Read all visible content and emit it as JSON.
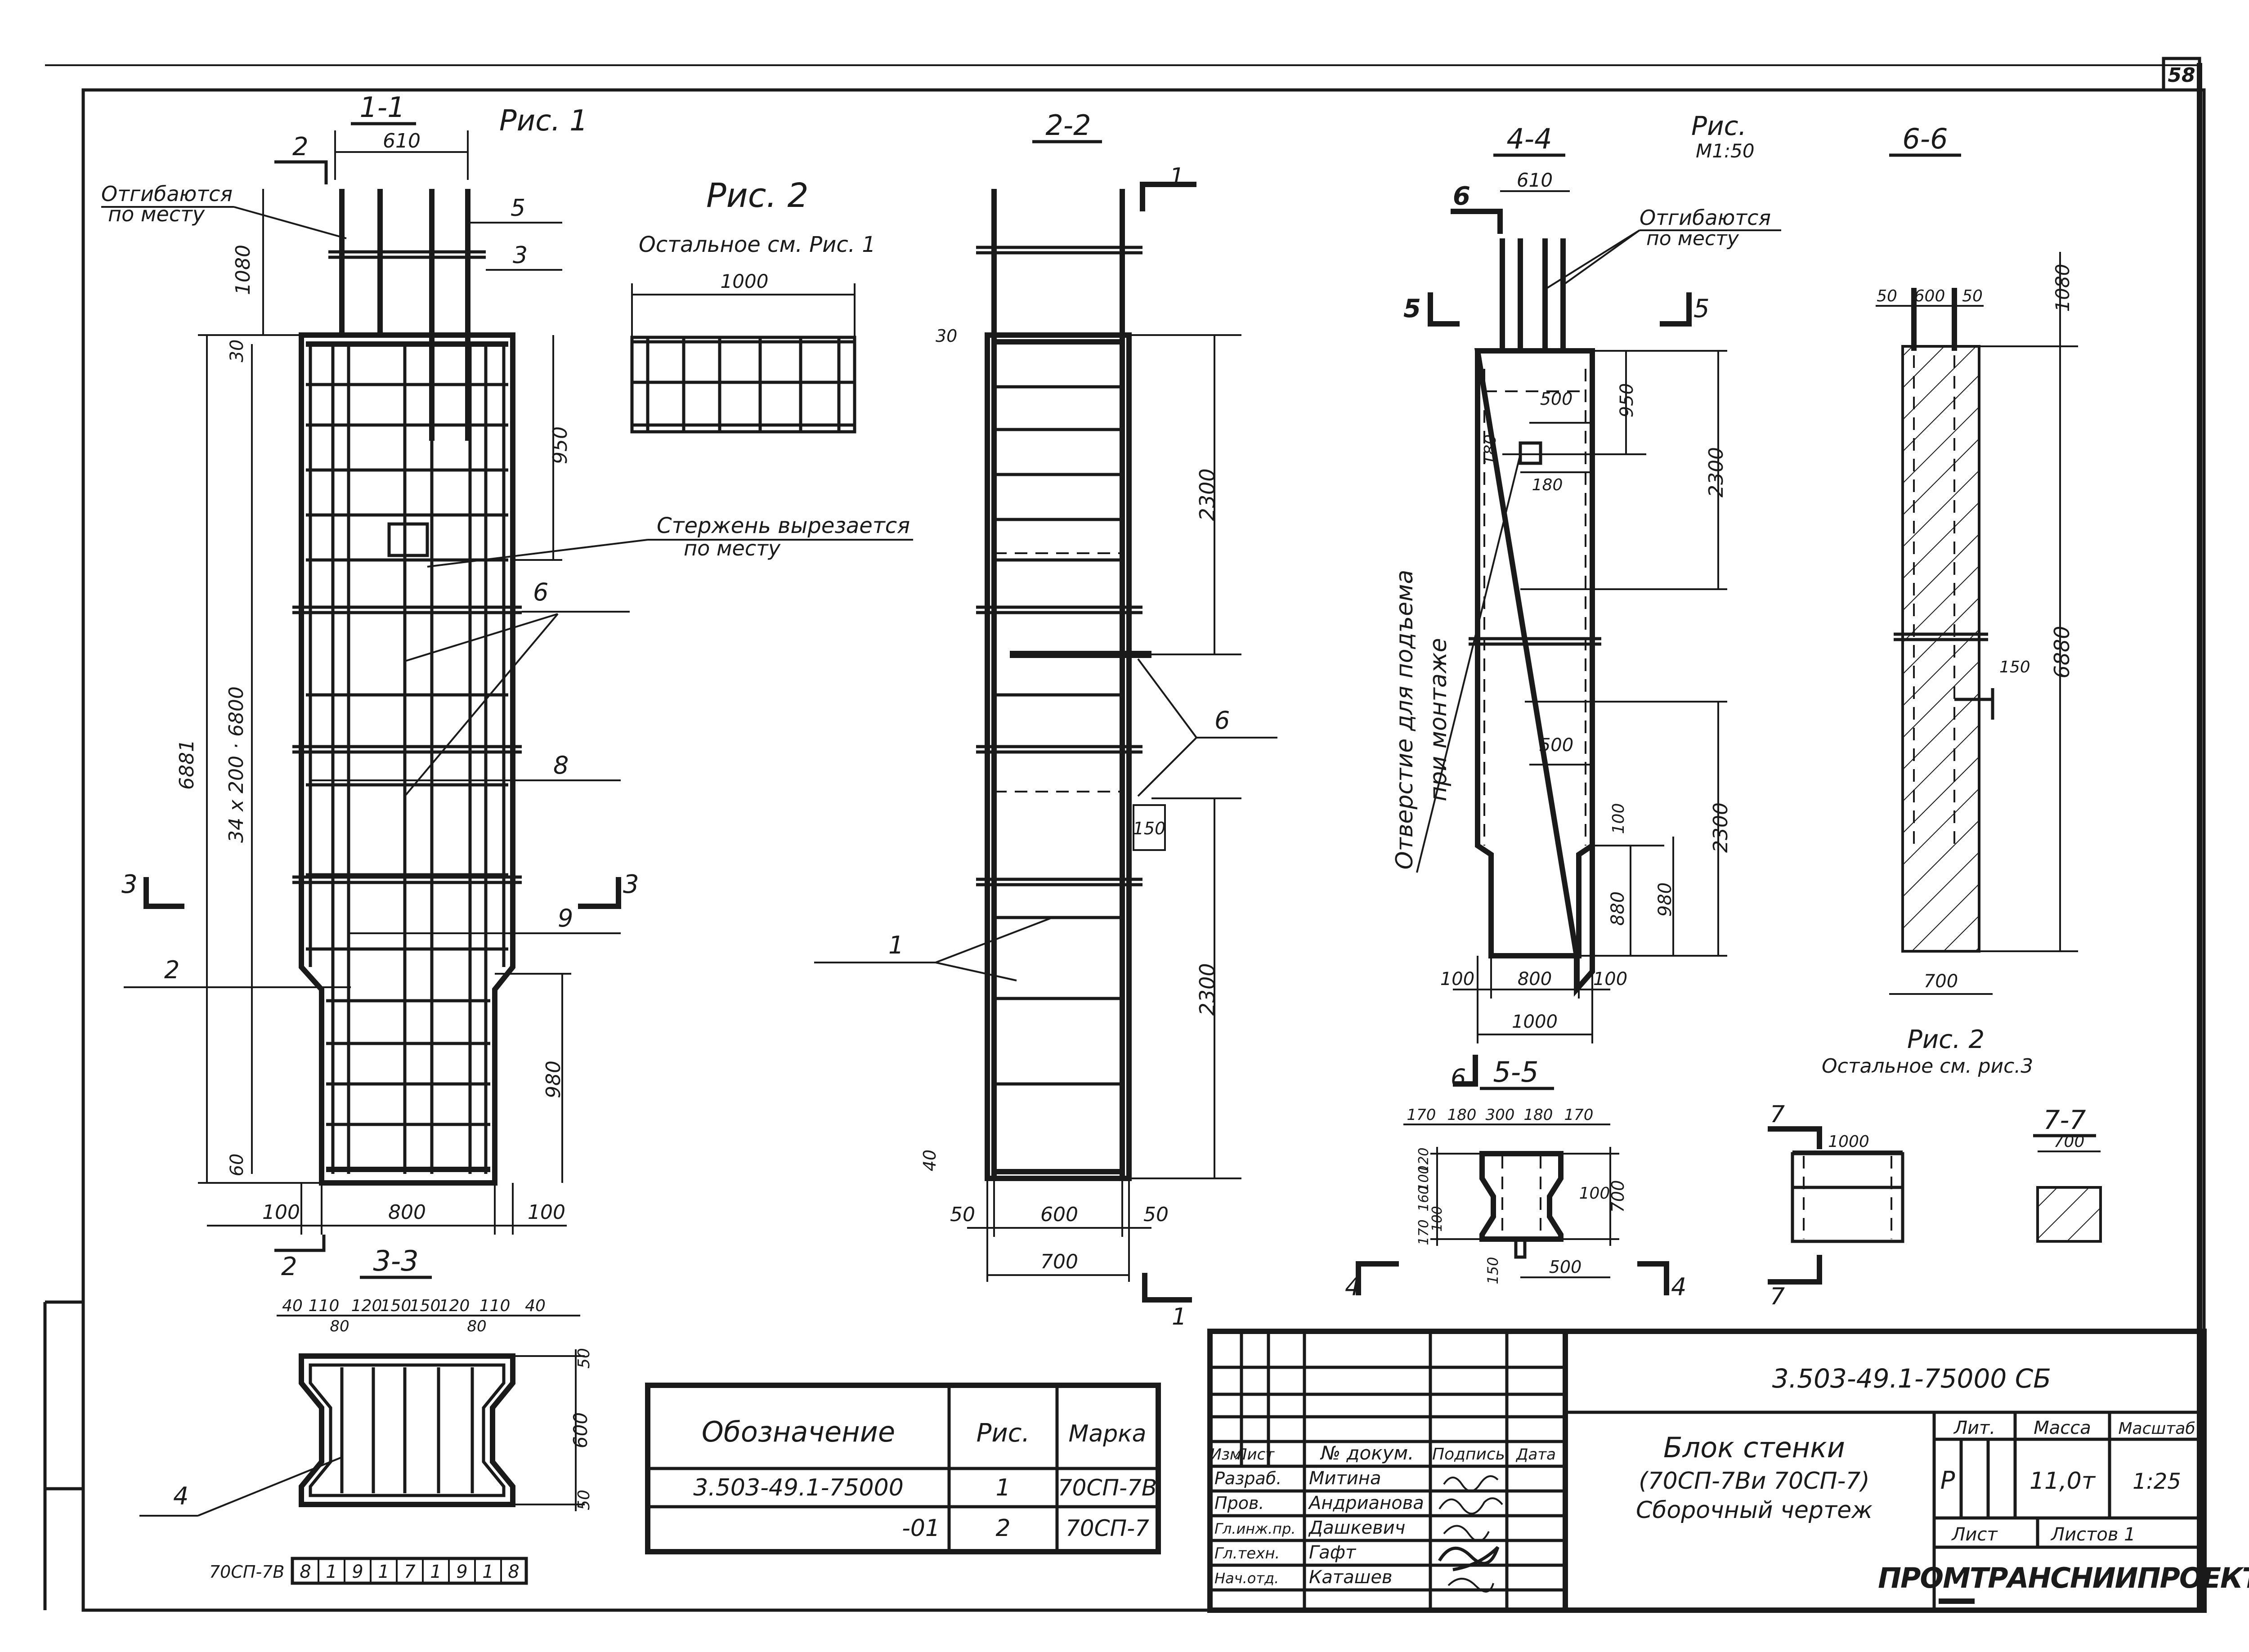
{
  "sheet": {
    "number": "58",
    "code": "3.503-49.1-75000 СБ",
    "title_lines": [
      "Блок стенки",
      "(70СП-7Ви 70СП-7)",
      "Сборочный чертеж"
    ],
    "org": "ПРОМТРАНСНИИПРОЕКТ"
  },
  "views": {
    "fig1_title": "Рис. 1",
    "fig2_title": "Рис. 2",
    "fig2_note": "Остальное см. Рис. 1",
    "fig3_title": "Рис.",
    "fig3_scale": "М1:50",
    "fig2b_title": "Рис. 2",
    "fig2b_note": "Остальное см. рис.3",
    "s11": "1-1",
    "s22": "2-2",
    "s33": "3-3",
    "s44": "4-4",
    "s55": "5-5",
    "s66": "6-6",
    "s77": "7-7"
  },
  "notes": {
    "bent": [
      "Отгибаются",
      "по месту"
    ],
    "rod_cut": [
      "Стержень вырезается",
      "по месту"
    ],
    "bent2": [
      "Отгибаются",
      "по месту"
    ],
    "hole": [
      "Отверстие для подъема",
      "при монтаже"
    ]
  },
  "cut_marks": {
    "c1": "1",
    "c2": "2",
    "c3": "3",
    "c4": "4",
    "c5": "5",
    "c6": "6",
    "c7": "7"
  },
  "positions": {
    "p1": "1",
    "p2": "2",
    "p3": "3",
    "p4": "4",
    "p5": "5",
    "p6": "6",
    "p6b": "6",
    "p8": "8",
    "p9": "9"
  },
  "dims": {
    "v11": {
      "w_top": "610",
      "h_top": "1080",
      "d30": "30",
      "d950": "950",
      "total": "6881",
      "pitch": "34 x 200 · 6800",
      "d980": "980",
      "d60": "60",
      "w100a": "100",
      "w800": "800",
      "w100b": "100"
    },
    "fig2": {
      "w": "1000"
    },
    "v22": {
      "d30": "30",
      "d2300a": "2300",
      "d150": "150",
      "d2300b": "2300",
      "d40": "40",
      "w50a": "50",
      "w600": "600",
      "w50b": "50",
      "w700": "700"
    },
    "v44": {
      "w_top": "610",
      "d500a": "500",
      "d950": "950",
      "d180a": "180",
      "d180b": "180",
      "d2300a": "2300",
      "d500b": "500",
      "d2300b": "2300",
      "d100v": "100",
      "d880": "880",
      "d980": "980",
      "w100a": "100",
      "w800": "800",
      "w100b": "100",
      "w1000": "1000"
    },
    "v66": {
      "w50a": "50",
      "w600": "600",
      "w50b": "50",
      "h1080": "1080",
      "d150": "150",
      "h6880": "6880",
      "w700": "700"
    },
    "v33": {
      "top": [
        "40",
        "110",
        "120",
        "150",
        "150",
        "120",
        "110",
        "40"
      ],
      "d80a": "80",
      "d80b": "80",
      "d50a": "50",
      "d600": "600",
      "d50b": "50"
    },
    "v55": {
      "top": [
        "170",
        "180",
        "300",
        "180",
        "170"
      ],
      "left": [
        "120",
        "100",
        "160",
        "100",
        "170"
      ],
      "d100": "100",
      "d700": "700",
      "d150": "150",
      "d500": "500"
    },
    "fig2b": {
      "w1000": "1000"
    },
    "v77": {
      "w700": "700"
    }
  },
  "spec_table": {
    "headers": [
      "Обозначение",
      "Рис.",
      "Марка"
    ],
    "rows": [
      [
        "3.503-49.1-75000",
        "1",
        "70СП-7В"
      ],
      [
        "-01",
        "2",
        "70СП-7"
      ]
    ]
  },
  "stamp": {
    "header": [
      "Изм",
      "Лист",
      "№ докум.",
      "Подпись",
      "Дата"
    ],
    "people": [
      [
        "Разраб.",
        "Митина"
      ],
      [
        "Пров.",
        "Андрианова"
      ],
      [
        "Гл.инж.пр.",
        "Дашкевич"
      ],
      [
        "Гл.техн.",
        "Гафт"
      ],
      [
        "Нач.отд.",
        "Каташев"
      ]
    ],
    "lit_label": "Лит.",
    "mass_label": "Масса",
    "scale_label": "Масштаб",
    "lit": "Р",
    "mass": "11,0т",
    "scale": "1:25",
    "sheet_label": "Лист",
    "sheets_label": "Листов 1"
  },
  "archive_stamp": {
    "label": "70СП-7В",
    "digits": [
      "8",
      "1",
      "9",
      "1",
      "7",
      "1",
      "9",
      "1",
      "8"
    ]
  }
}
